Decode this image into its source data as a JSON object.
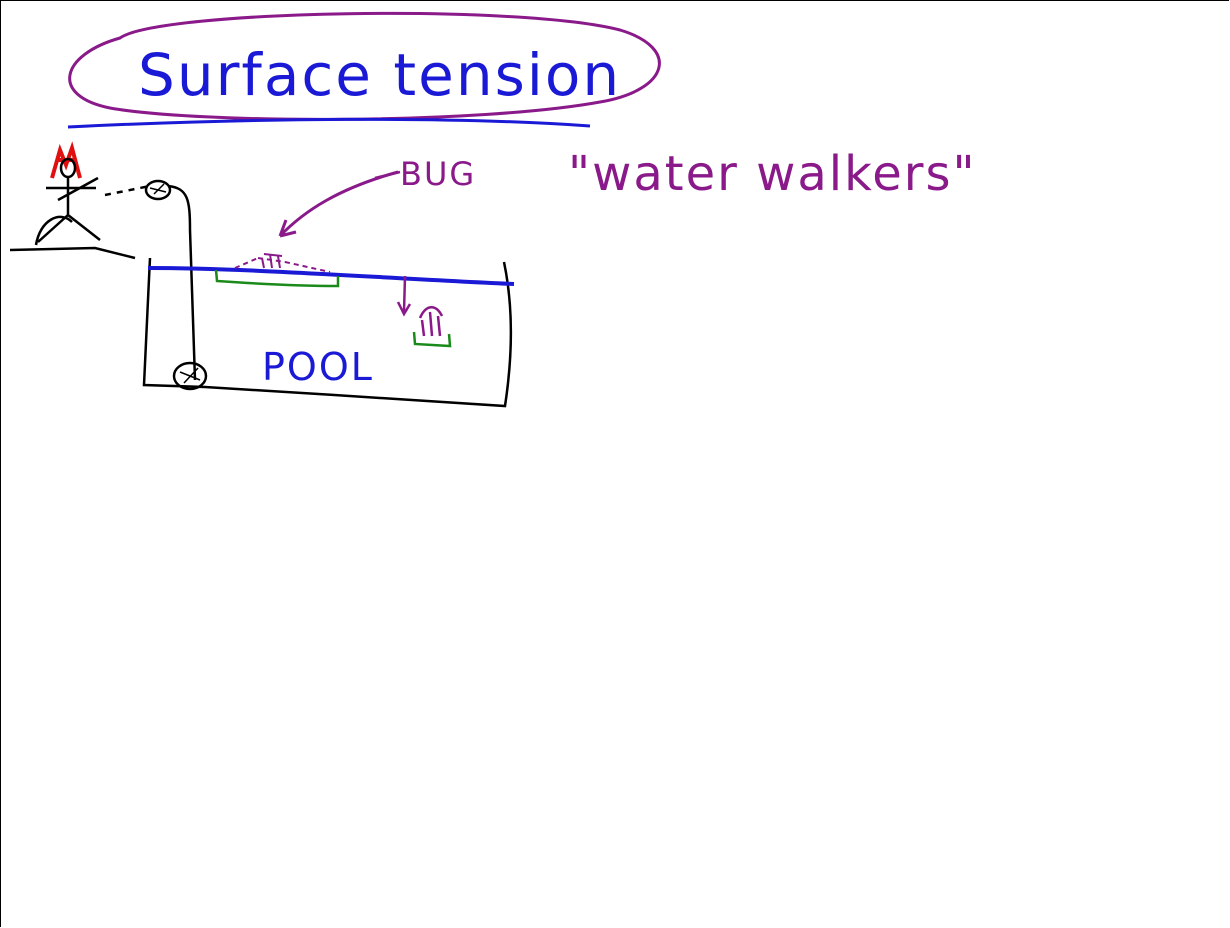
{
  "title": "Surface tension",
  "labels": {
    "bug": "BUG",
    "water_walkers": "\"water walkers\"",
    "pool": "POOL"
  },
  "colors": {
    "title_ink": "#1a1ad6",
    "oval_ink": "#8a1a8a",
    "purple_ink": "#8a1a8a",
    "blue_ink": "#1a1ad6",
    "green_ink": "#1a8a1a",
    "red_ink": "#e01010",
    "black_ink": "#000000"
  }
}
